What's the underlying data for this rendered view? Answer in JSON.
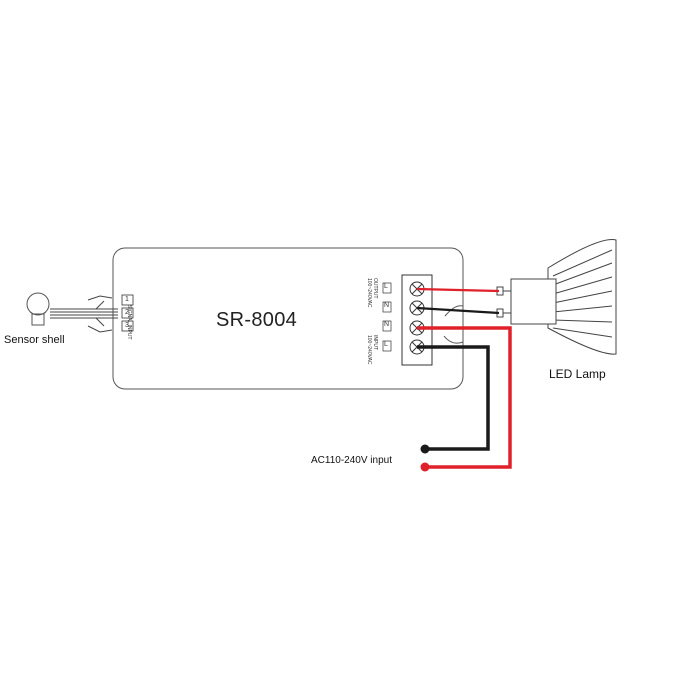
{
  "device": {
    "model": "SR-8004"
  },
  "labels": {
    "sensor": "Sensor shell",
    "lamp": "LED Lamp",
    "ac_input": "AC110-240V input"
  },
  "signal_block": {
    "heading": "SIGNAL INPUT",
    "pins": [
      "1",
      "2",
      "3"
    ]
  },
  "power_block": {
    "output_heading": "OUTPUT",
    "output_rating": "100~240VAC",
    "input_heading": "INPUT",
    "input_rating": "100~240VAC",
    "terminals": [
      "L",
      "N",
      "N",
      "L"
    ]
  },
  "colors": {
    "live_wire": "#e0202a",
    "neutral_wire": "#1a1a1a",
    "outline": "#444444"
  }
}
